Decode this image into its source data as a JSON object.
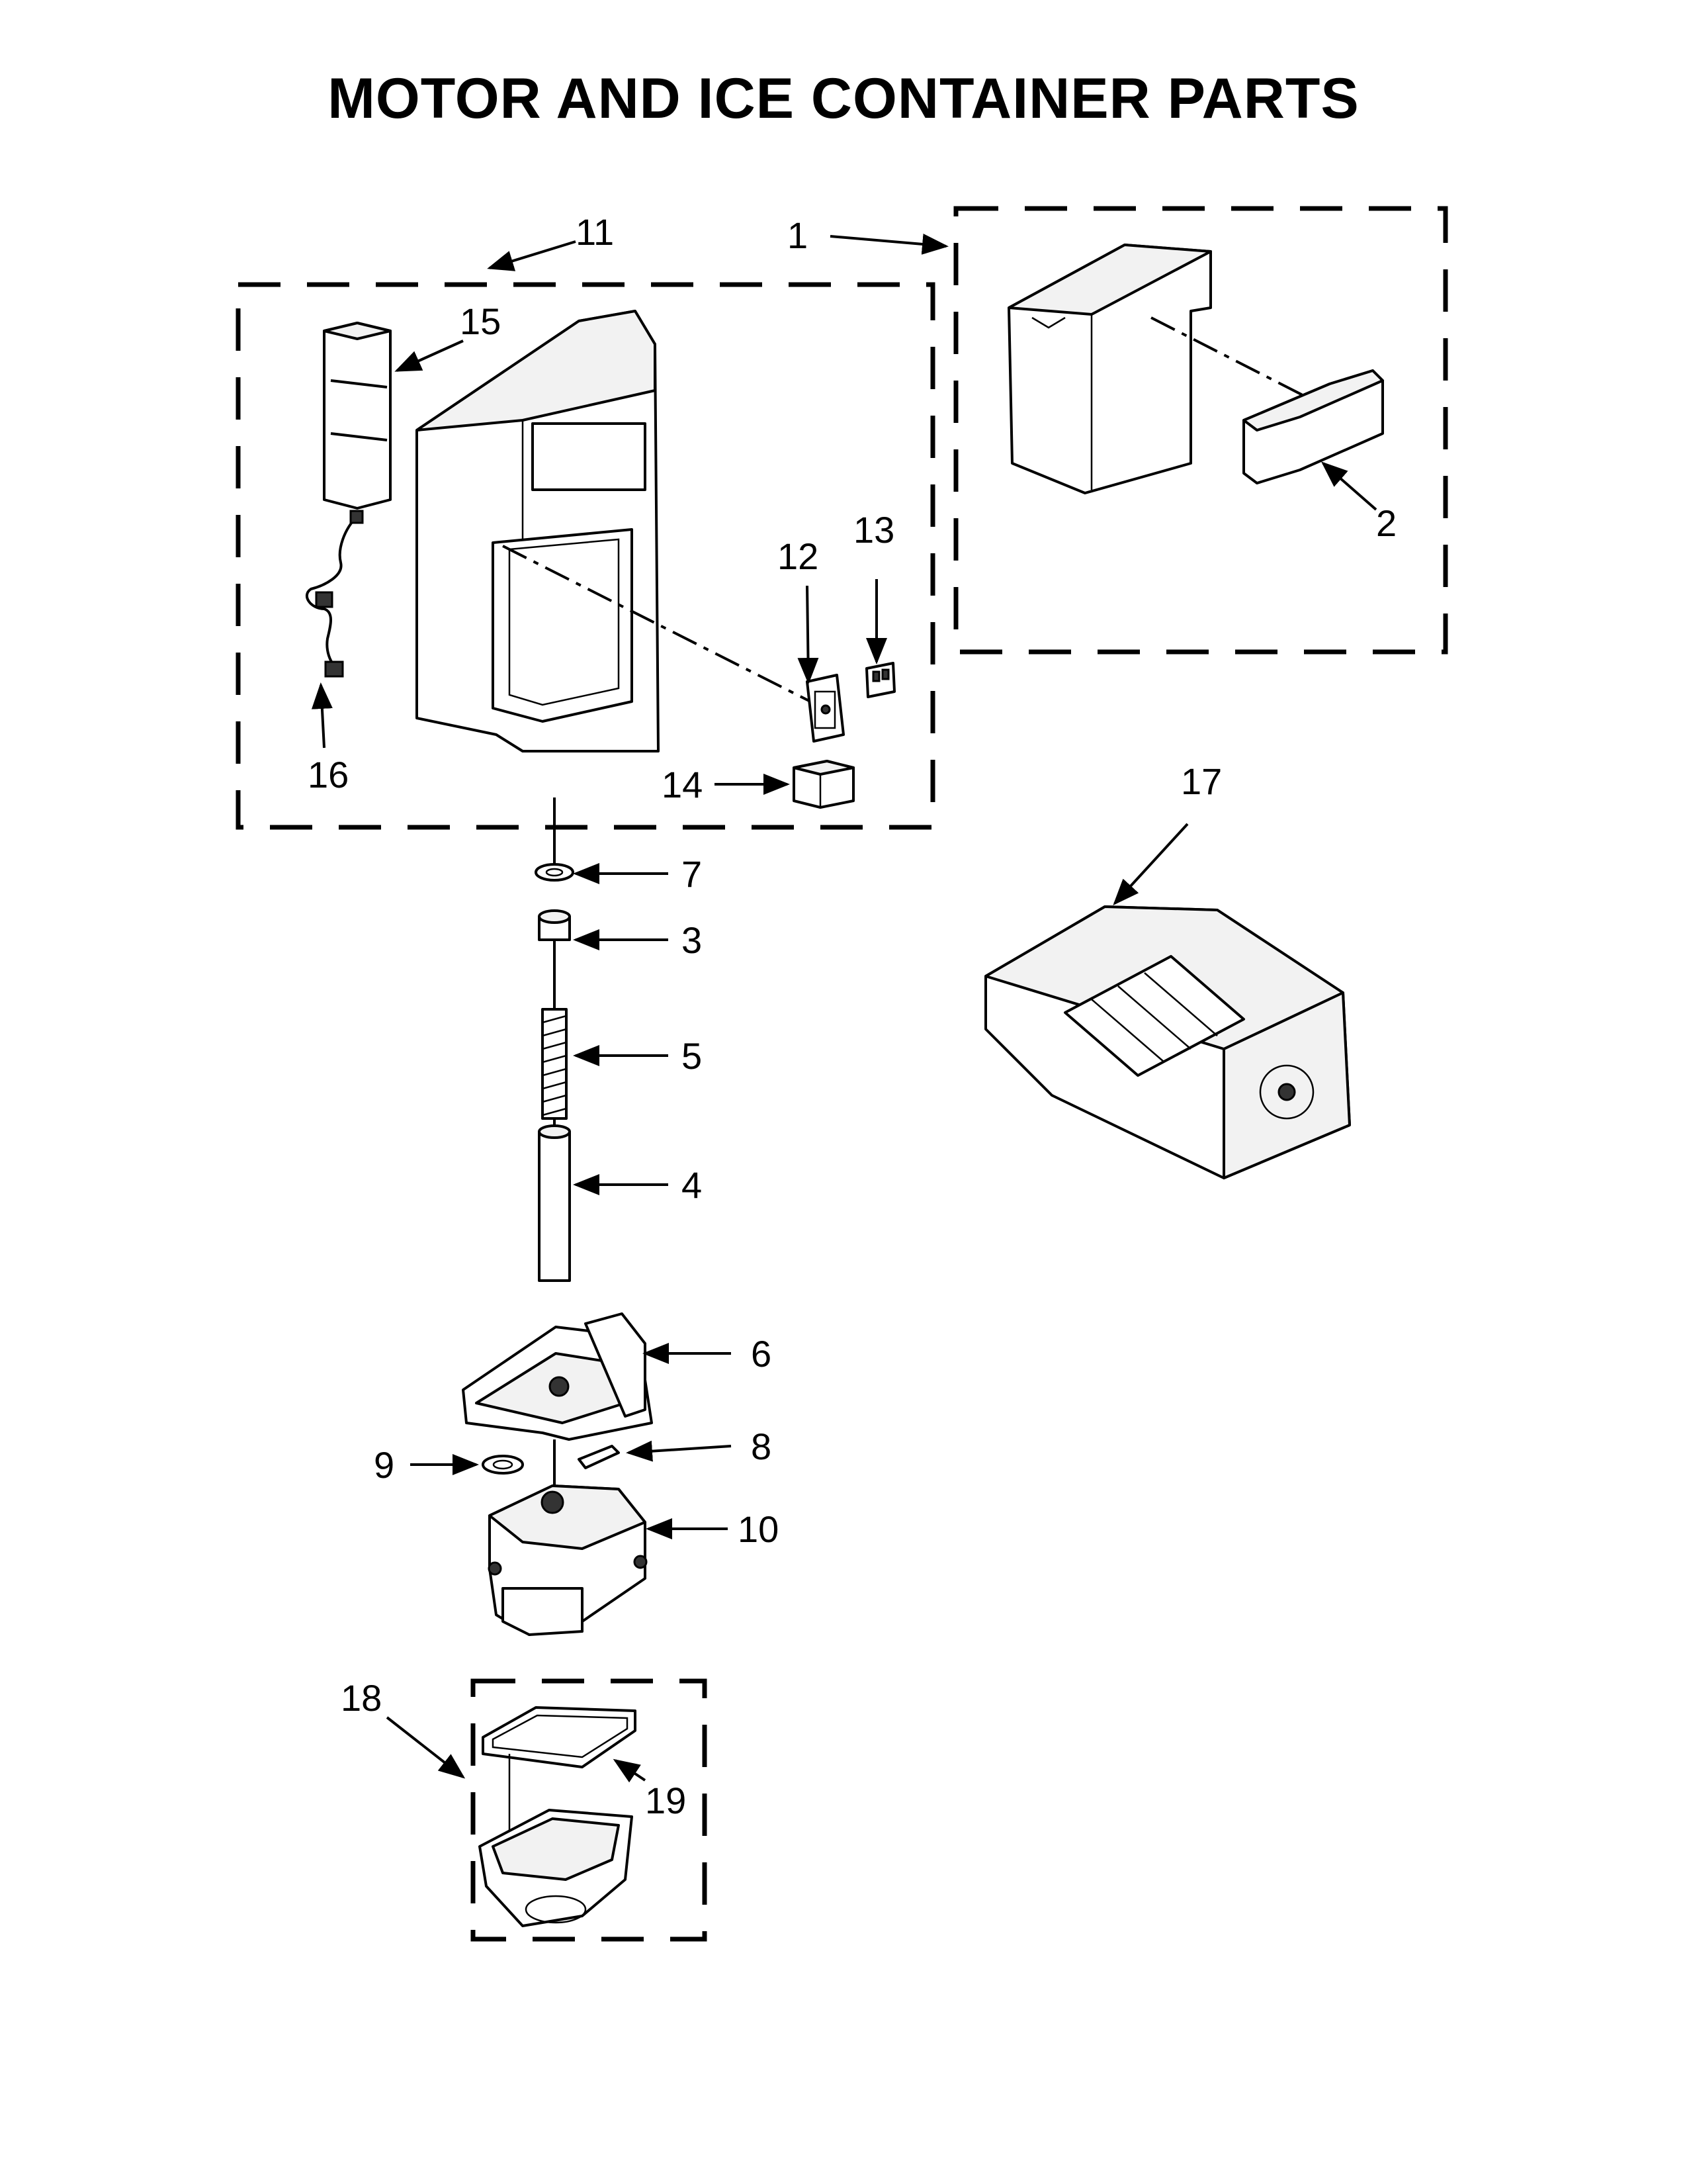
{
  "title": "MOTOR AND ICE CONTAINER PARTS",
  "callouts": [
    "1",
    "2",
    "3",
    "4",
    "5",
    "6",
    "7",
    "8",
    "9",
    "10",
    "11",
    "12",
    "13",
    "14",
    "15",
    "16",
    "17",
    "18",
    "19"
  ]
}
